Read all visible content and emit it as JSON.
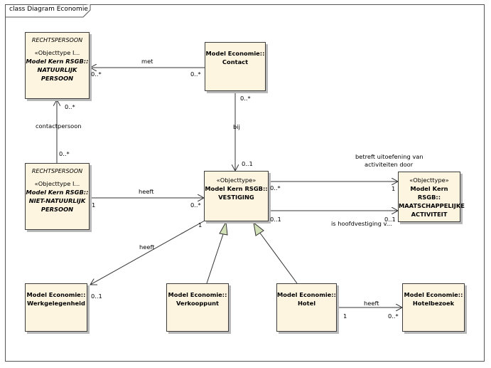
{
  "frame": {
    "title": "class Diagram Economie"
  },
  "classes": {
    "rp_natuurlijk": {
      "stereotype": "RECHTSPERSOON",
      "objecttype": "«Objecttype I...",
      "line1": "Model Kern RSGB::",
      "line2": "NATUURLIJK",
      "line3": "PERSOON"
    },
    "contact": {
      "line1": "Model Economie::",
      "line2": "Contact"
    },
    "rp_niet": {
      "stereotype": "RECHTSPERSOON",
      "objecttype": "«Objecttype I...",
      "line1": "Model Kern RSGB::",
      "line2": "NIET-NATUURLIJK",
      "line3": "PERSOON"
    },
    "vestiging": {
      "stereotype": "«Objecttype»",
      "line1": "Model Kern RSGB::",
      "line2": "VESTIGING"
    },
    "activiteit": {
      "stereotype": "«Objecttype»",
      "line1": "Model Kern RSGB::",
      "line2": "MAATSCHAPPELIJKE",
      "line3": "ACTIVITEIT"
    },
    "werkgelegenheid": {
      "line1": "Model Economie::",
      "line2": "Werkgelegenheid"
    },
    "verkooppunt": {
      "line1": "Model Economie::",
      "line2": "Verkooppunt"
    },
    "hotel": {
      "line1": "Model Economie::",
      "line2": "Hotel"
    },
    "hotelbezoek": {
      "line1": "Model Economie::",
      "line2": "Hotelbezoek"
    }
  },
  "associations": {
    "met": {
      "name": "met",
      "source_mult": "0..*",
      "target_mult": "0..*"
    },
    "contactpersoon": {
      "name": "contactpersoon",
      "source_mult": "0..*",
      "target_mult": "0..*"
    },
    "bij": {
      "name": "bij",
      "source_mult": "0..*",
      "target_mult": "0..1"
    },
    "heeft_vestiging": {
      "name": "heeft",
      "source_mult": "1",
      "target_mult": "0..*"
    },
    "betreft": {
      "name_line1": "betreft uitoefening van",
      "name_line2": "activiteiten door",
      "source_mult": "0..*",
      "target_mult": "1"
    },
    "hoofdvestiging": {
      "name": "is hoofdvestiging v...",
      "source_mult": "0..1",
      "target_mult": "0..1"
    },
    "heeft_werk": {
      "name": "heeft",
      "source_mult": "1",
      "target_mult": "0..1"
    },
    "heeft_hotelbezoek": {
      "name": "heeft",
      "source_mult": "1",
      "target_mult": "0..*"
    }
  }
}
